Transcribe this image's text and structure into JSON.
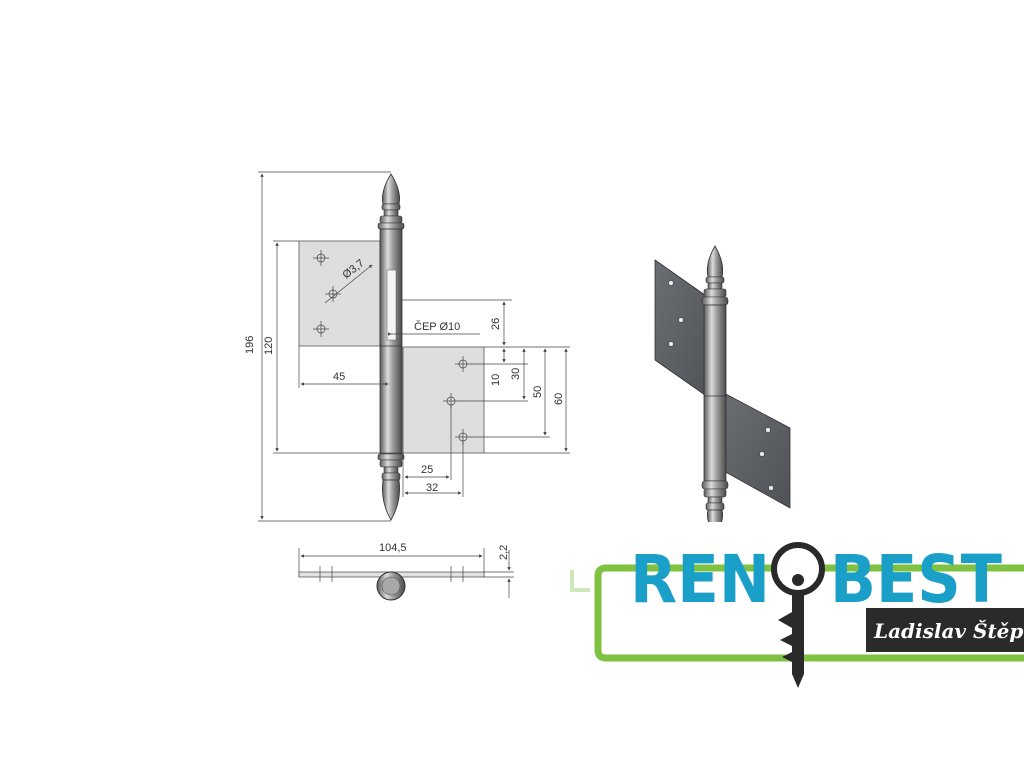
{
  "drawing": {
    "dimensions": {
      "total_height": "196",
      "leaf_height": "120",
      "leaf_width": "45",
      "hole_diameter": "Ø3,7",
      "pin": "ČEP Ø10",
      "d26": "26",
      "d10": "10",
      "d30": "30",
      "d50": "50",
      "d60": "60",
      "d25": "25",
      "d32": "32",
      "overall_width": "104,5",
      "thickness": "2,2"
    }
  },
  "logo": {
    "name_left": "REN",
    "name_right": "BEST",
    "owner": "Ladislav Štěpán",
    "colors": {
      "blue": "#1aa0c8",
      "green": "#7fc241",
      "dark": "#2a2a2a"
    }
  }
}
